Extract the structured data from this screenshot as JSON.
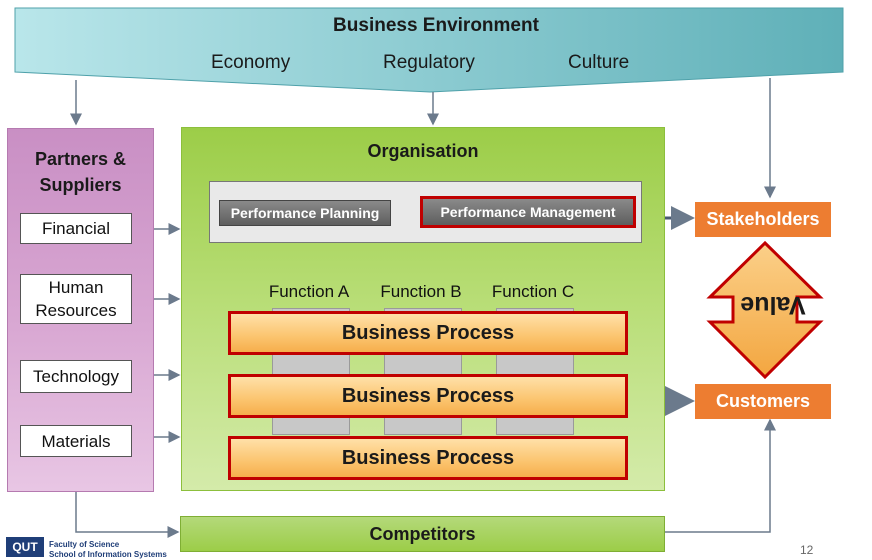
{
  "business_environment": {
    "title": "Business Environment",
    "items": [
      "Economy",
      "Regulatory",
      "Culture"
    ]
  },
  "partners": {
    "title_line1": "Partners &",
    "title_line2": "Suppliers",
    "items": [
      "Financial",
      "Human",
      "Resources",
      "Technology",
      "Materials"
    ]
  },
  "organisation": {
    "title": "Organisation",
    "performance_planning": "Performance Planning",
    "performance_management": "Performance Management",
    "functions": [
      "Function A",
      "Function B",
      "Function C"
    ],
    "business_processes": [
      "Business Process",
      "Business Process",
      "Business Process"
    ]
  },
  "outputs": {
    "stakeholders": "Stakeholders",
    "customers": "Customers",
    "value": "Value"
  },
  "competitors": "Competitors",
  "footer": {
    "logo": "QUT",
    "faculty_line1": "Faculty of Science",
    "faculty_line2": "School of Information Systems",
    "page_number": "12"
  },
  "colors": {
    "banner": "#7dc6cc",
    "partners": "#d9a8d3",
    "organisation": "#b9de78",
    "process_fill": "#fbc46e",
    "process_border": "#c00000",
    "orange": "#ed7d31",
    "competitors": "#a9d268"
  }
}
